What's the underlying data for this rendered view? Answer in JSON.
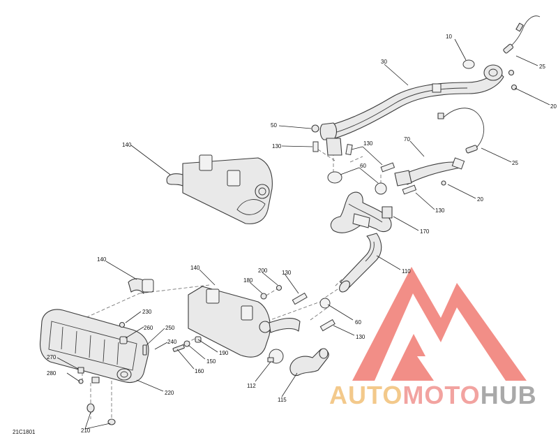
{
  "document_code": "21C1801",
  "callouts": {
    "c10": "10",
    "c25a": "25",
    "c30": "30",
    "c20a": "20",
    "c50": "50",
    "c130a": "130",
    "c130b": "130",
    "c70": "70",
    "c25b": "25",
    "c60a": "60",
    "c20b": "20",
    "c130c": "130",
    "c170": "170",
    "c140a": "140",
    "c110": "110",
    "c140b": "140",
    "c140c": "140",
    "c200": "200",
    "c180": "180",
    "c130d": "130",
    "c60b": "60",
    "c130e": "130",
    "c230": "230",
    "c260": "260",
    "c250": "250",
    "c240": "240",
    "c150": "150",
    "c190": "190",
    "c160": "160",
    "c270": "270",
    "c280": "280",
    "c220": "220",
    "c210": "210",
    "c112": "112",
    "c115": "115"
  },
  "watermark": {
    "word_part1": "AUTO",
    "word_part2": "MOTO",
    "word_part3": "HUB",
    "color_part1": "#f3c98b",
    "color_part2": "#f2a3a0",
    "color_part3": "#a9a9a9",
    "logo_color": "#f07a72"
  },
  "colors": {
    "line": "#3a3a3a",
    "part_fill": "#e9e9e9"
  }
}
